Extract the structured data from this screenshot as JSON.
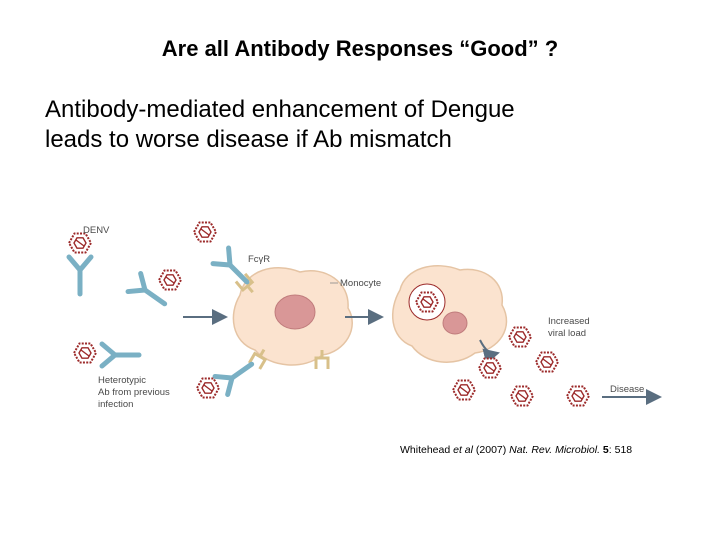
{
  "slide": {
    "title": "Are all Antibody Responses “Good” ?",
    "bullet_line_1": "Antibody-mediated enhancement of Dengue",
    "bullet_line_2": "leads to worse disease if Ab mismatch"
  },
  "figure": {
    "label_denv": "DENV",
    "label_fcgr": "FcγR",
    "label_monocyte": "Monocyte",
    "label_hetero_1": "Heterotypic",
    "label_hetero_2": "Ab from previous",
    "label_hetero_3": "infection",
    "label_viral_1": "Increased",
    "label_viral_2": "viral load",
    "label_disease": "Disease"
  },
  "citation": {
    "authors": "Whitehead ",
    "etal": "et al",
    "year": " (2007) ",
    "journal": "Nat. Rev. Microbiol.",
    "volume": " 5",
    "pages": ": 518"
  },
  "colors": {
    "virus": "#9c2a2a",
    "antibody": "#7ab0c4",
    "cell": "#fbe3cf",
    "nucleus": "#d99797",
    "receptor": "#d8c08a",
    "arrow": "#5a6e80"
  }
}
